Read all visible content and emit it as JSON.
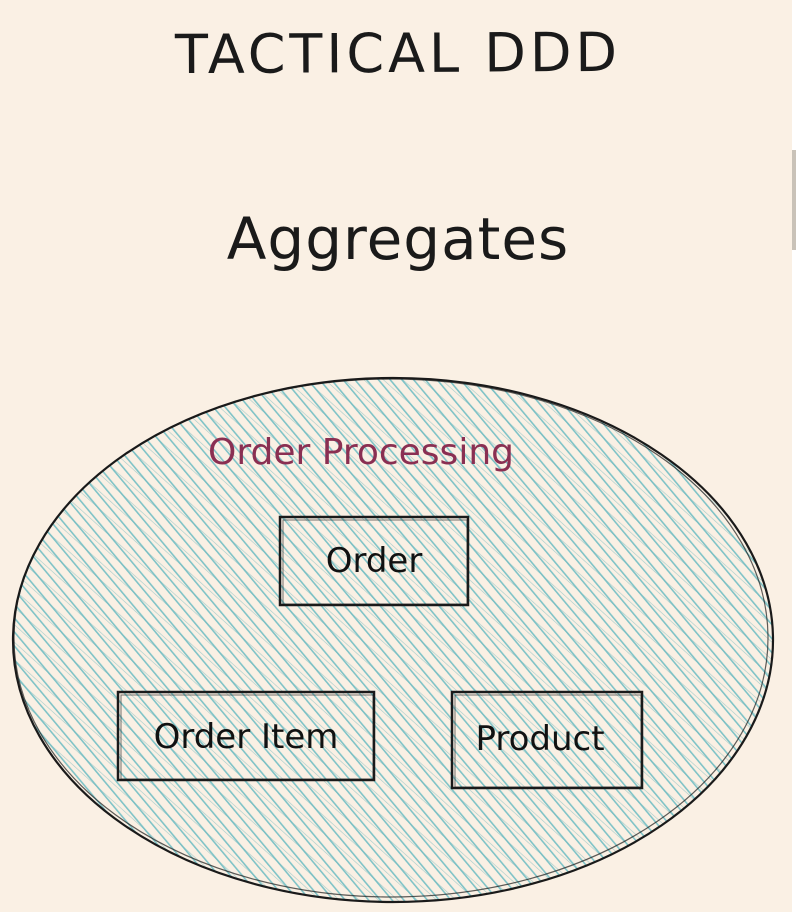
{
  "slide": {
    "title": "TACTICAL DDD",
    "subtitle": "Aggregates"
  },
  "diagram": {
    "boundary_label": "Order Processing",
    "boundary_fill": "#7fc3c7",
    "boundary_label_color": "#8a2f52",
    "entities": [
      "Order",
      "Order Item",
      "Product"
    ]
  }
}
